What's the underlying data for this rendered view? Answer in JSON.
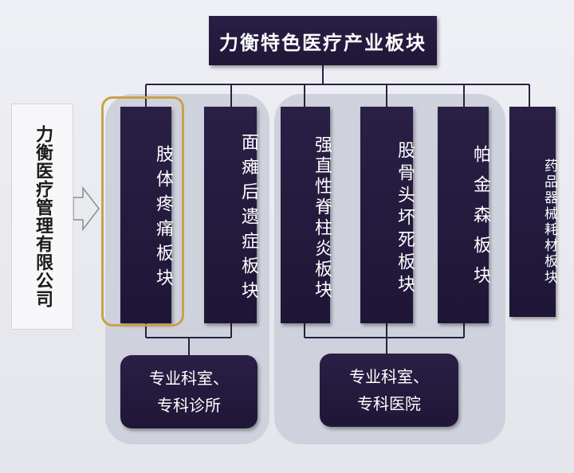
{
  "title": "力衡特色医疗产业板块",
  "company": "力衡医疗管理有限公司",
  "columns": [
    "肢体疼痛板块",
    "面瘫后遗症板块",
    "强直性脊柱炎板块",
    "股骨头坏死板块",
    "帕金森板块",
    "药品器械耗材板块"
  ],
  "bottom_boxes": [
    "专业科室、\n专科诊所",
    "专业科室、\n专科医院"
  ],
  "colors": {
    "dark_box": "#241a3e",
    "group_bg": "#cfd2dd",
    "highlight": "#c9a24a"
  }
}
